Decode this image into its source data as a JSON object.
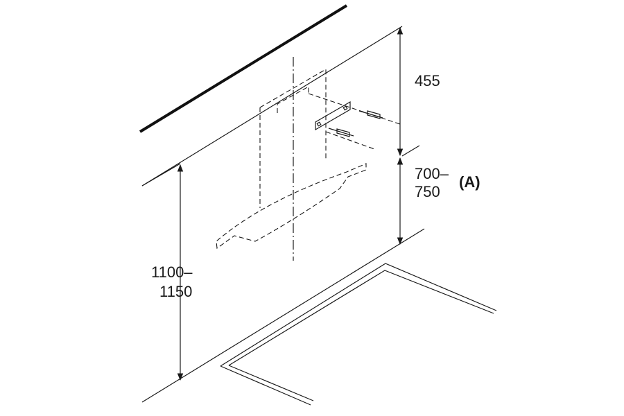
{
  "dimensions": {
    "top_gap": "455",
    "hood_height_line1": "700–",
    "hood_height_line2": "750",
    "hood_height_marker": "(A)",
    "total_height_line1": "1100–",
    "total_height_line2": "1150"
  }
}
